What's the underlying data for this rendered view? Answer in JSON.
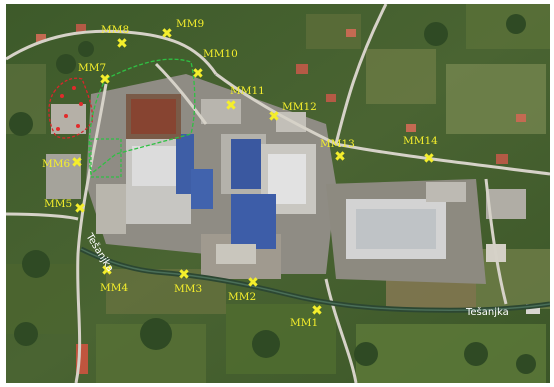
{
  "map": {
    "river_label_west": "Tešanjka",
    "river_label_east": "Tešanjka",
    "marker_color": "#f4ee2c",
    "markers": [
      {
        "id": "mm1",
        "label": "MM1"
      },
      {
        "id": "mm2",
        "label": "MM2"
      },
      {
        "id": "mm3",
        "label": "MM3"
      },
      {
        "id": "mm4",
        "label": "MM4"
      },
      {
        "id": "mm5",
        "label": "MM5"
      },
      {
        "id": "mm6",
        "label": "MM6"
      },
      {
        "id": "mm7",
        "label": "MM7"
      },
      {
        "id": "mm8",
        "label": "MM8"
      },
      {
        "id": "mm9",
        "label": "MM9"
      },
      {
        "id": "mm10",
        "label": "MM10"
      },
      {
        "id": "mm11",
        "label": "MM11"
      },
      {
        "id": "mm12",
        "label": "MM12"
      },
      {
        "id": "mm13",
        "label": "MM13"
      },
      {
        "id": "mm14",
        "label": "MM14"
      }
    ]
  }
}
